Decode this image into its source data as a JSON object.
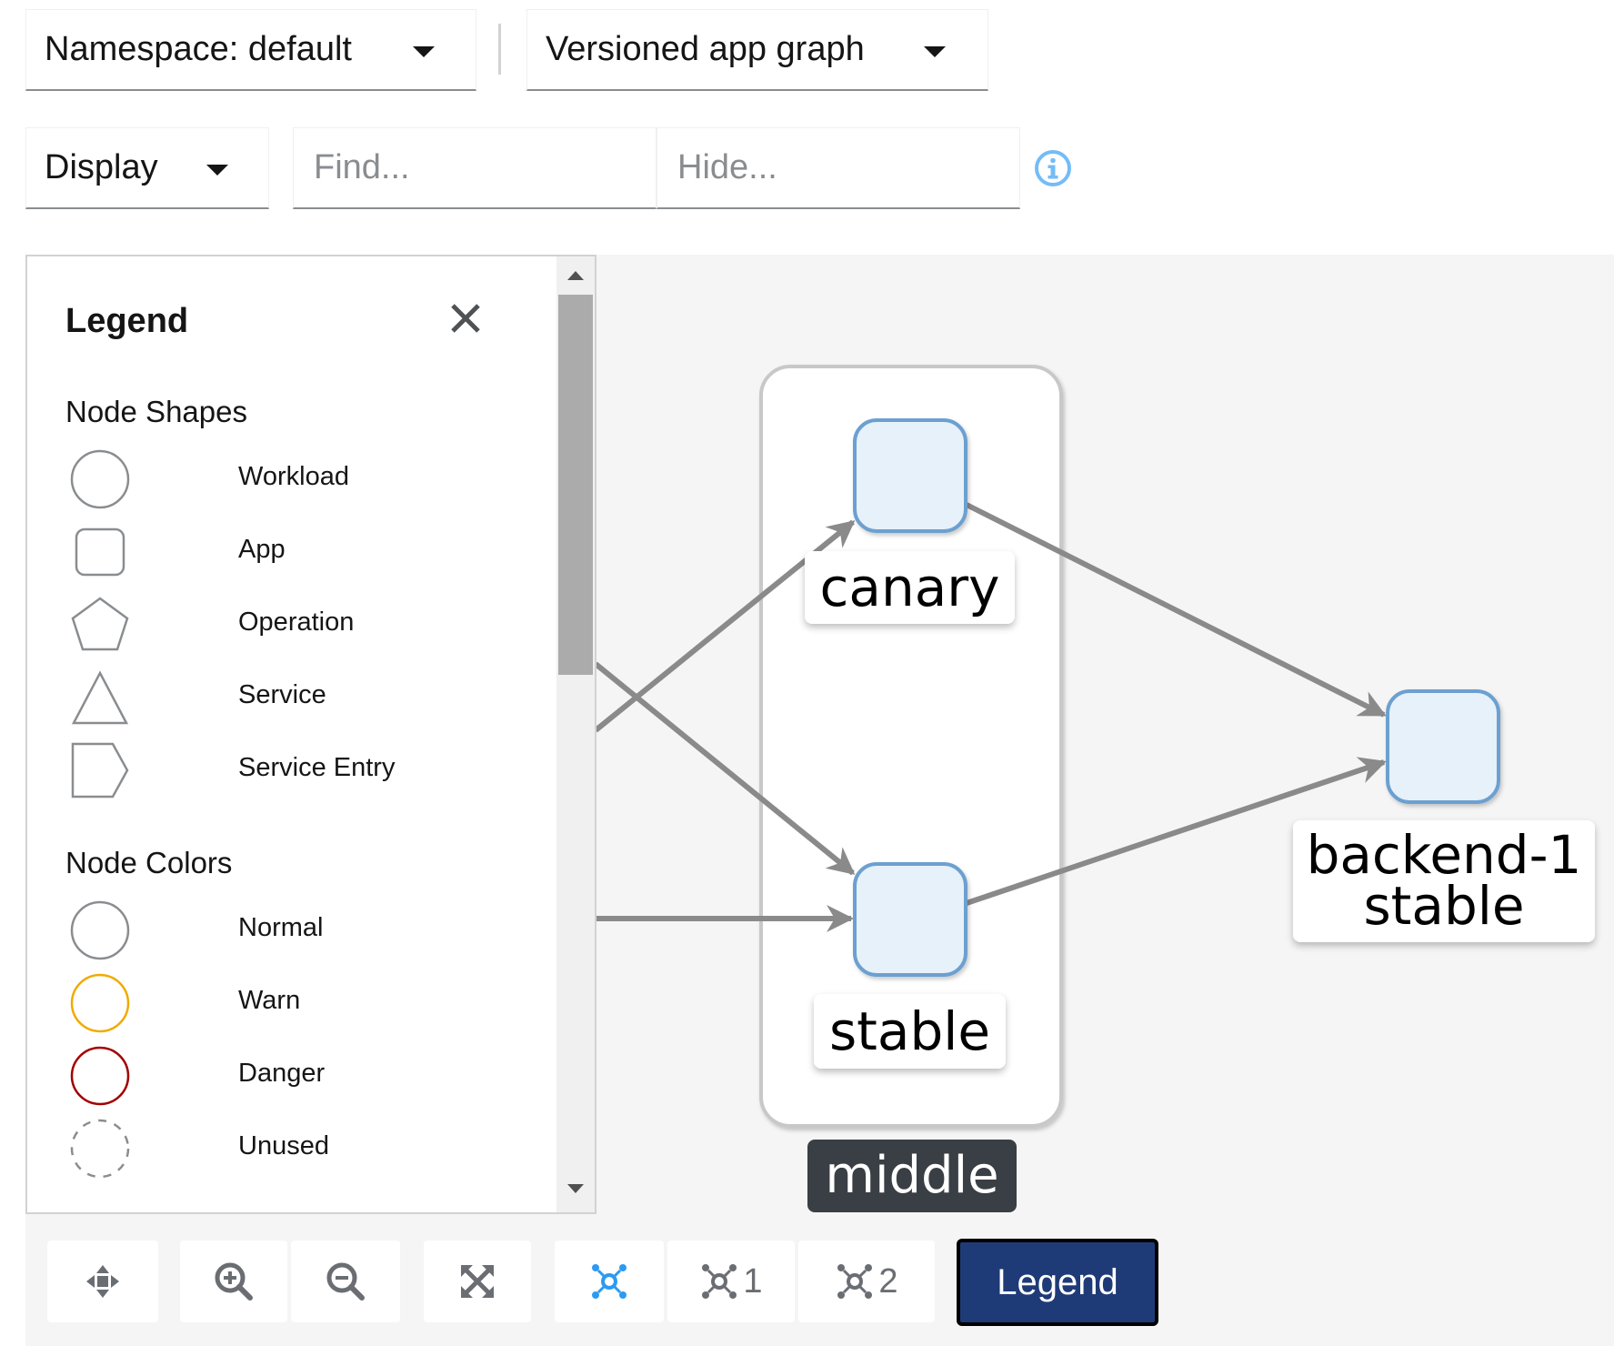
{
  "toolbar": {
    "namespace_select": "Namespace: default",
    "graph_type_select": "Versioned app graph",
    "display_select": "Display",
    "find_placeholder": "Find...",
    "hide_placeholder": "Hide..."
  },
  "legend": {
    "title": "Legend",
    "node_shapes_heading": "Node Shapes",
    "node_shapes": [
      {
        "label": "Workload",
        "icon": "circle-icon"
      },
      {
        "label": "App",
        "icon": "rounded-square-icon"
      },
      {
        "label": "Operation",
        "icon": "pentagon-icon"
      },
      {
        "label": "Service",
        "icon": "triangle-icon"
      },
      {
        "label": "Service Entry",
        "icon": "tag-icon"
      }
    ],
    "node_colors_heading": "Node Colors",
    "node_colors": [
      {
        "label": "Normal",
        "color": "#8a8d90"
      },
      {
        "label": "Warn",
        "color": "#f0ab00"
      },
      {
        "label": "Danger",
        "color": "#a30000"
      },
      {
        "label": "Unused",
        "color": "#8a8d90"
      }
    ]
  },
  "graph": {
    "box_label": "middle",
    "nodes": {
      "canary": "canary",
      "stable": "stable",
      "backend_line1": "backend-1",
      "backend_line2": "stable"
    }
  },
  "bottom_toolbar": {
    "layout1_label": "1",
    "layout2_label": "2",
    "legend_button": "Legend"
  },
  "colors": {
    "node_fill": "#e7f1fa",
    "node_stroke": "#6ca0d0",
    "edge": "#8a8a8a",
    "legend_button_bg": "#1f3b77",
    "info_icon": "#73bcf7"
  }
}
